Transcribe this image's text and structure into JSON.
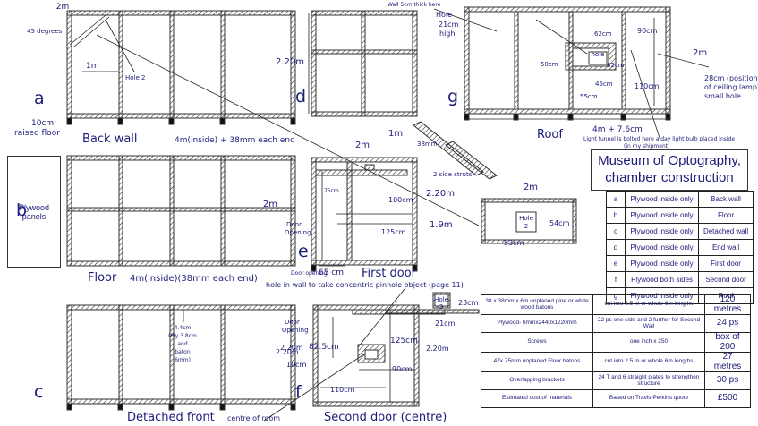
{
  "title": "Museum of Optography, chamber construction",
  "plywood_panels": "Plywood panels",
  "panels": {
    "a": {
      "letter": "a",
      "caption": "Back wall",
      "top_dim": "2m",
      "angle": "45 degrees",
      "dim_1m": "1m",
      "hole": "Hole  2",
      "height": "2.20m",
      "raised": "10cm",
      "raised2": "raised floor",
      "width": "4m(inside) + 38mm each end"
    },
    "b": {
      "letter": "b",
      "caption": "Floor",
      "width": "4m(inside)(38mm each end)",
      "side": "2m"
    },
    "c": {
      "letter": "c",
      "caption": "Detached front",
      "dim1": "4.4cm",
      "dim2": "(Ply 3.8cm",
      "dim3": "and",
      "dim4": "baton",
      "dim5": "6mm)",
      "height": "2.20m"
    },
    "d": {
      "letter": "d",
      "height": "2.20m",
      "width": "1m"
    },
    "e": {
      "letter": "e",
      "caption": "First door",
      "top": "2m",
      "dim75": "75cm",
      "dim100": "100cm",
      "dim125": "125cm",
      "door1": "Door",
      "door2": "Opening",
      "dim19": "1.9m",
      "dim65": "65 cm",
      "door_opening": "Door opening",
      "height": "2.20m",
      "struts": "2 side struts",
      "dim38": "38mm"
    },
    "f": {
      "letter": "f",
      "caption": "Second door (centre)",
      "door1": "Door",
      "door2": "Opening",
      "dim825": "82.5cm",
      "dim125": "125cm",
      "dim90": "90cm",
      "dim110": "110cm",
      "dim10": "10cm",
      "height_l": "2.20m",
      "height_r": "2.20m",
      "hole3a": "Hole",
      "hole3b": "3",
      "dim23": "23cm",
      "dim21": "21cm",
      "pinhole": "hole in wall to take concentric pinhole object (page 11)",
      "centre": "centre of room"
    },
    "g": {
      "letter": "g",
      "caption": "Roof",
      "wall": "Wall 5cm thick here",
      "hole_a": "Hole",
      "hole_b": "21cm",
      "hole_c": "high",
      "dim62a": "62cm",
      "dim50": "50cm",
      "hole_in": "hole",
      "dim62b": "62cm",
      "dim45": "45cm",
      "dim55": "55cm",
      "dim90": "90cm",
      "dim110": "110cm",
      "side": "2m",
      "lamp1": "28cm (position",
      "lamp2": "of ceiling lamp)",
      "lamp3": "small hole",
      "width": "4m + 7.6cm",
      "funnel1": "Light funnel is bolted here a day light bulb placed inside",
      "funnel2": "(in my shipment)"
    },
    "hole2": {
      "top": "2m",
      "label1": "Hole",
      "label2": "2",
      "dim54": "54cm",
      "dim53": "53cm"
    }
  },
  "legend": [
    {
      "letter": "a",
      "material": "Plywood inside only",
      "part": "Back wall"
    },
    {
      "letter": "b",
      "material": "Plywood inside only",
      "part": "Floor"
    },
    {
      "letter": "c",
      "material": "Plywood inside only",
      "part": "Detached wall"
    },
    {
      "letter": "d",
      "material": "Plywood inside only",
      "part": "End wall"
    },
    {
      "letter": "e",
      "material": "Plywood inside only",
      "part": "First door"
    },
    {
      "letter": "f",
      "material": "Plywood both sides",
      "part": "Second door"
    },
    {
      "letter": "g",
      "material": "Plywood inside only",
      "part": "Roof"
    }
  ],
  "materials": [
    {
      "item": "38 x 38mm x 6m unplaned pine or white wood batons",
      "detail": "cut into 2.5 m or whole 6m lengths",
      "qty": "120 metres"
    },
    {
      "item": "Plywood- 6mmx2440x1220mm",
      "detail": "22 ps one side and 2 further for Second Wall",
      "qty": "24 ps"
    },
    {
      "item": "Screws",
      "detail": "one inch x 250",
      "qty": "box of 200"
    },
    {
      "item": "47x 75mm unplaned Floor batons",
      "detail": "cut into 2.5 m or whole 6m lengths",
      "qty": "27 metres"
    },
    {
      "item": "Overlapping brackets",
      "detail": "24 T and 6 straight plates to strengthen structure",
      "qty": "30 ps"
    },
    {
      "item": "Estimated  cost of materials",
      "detail": "Based on Travis Perkins quote",
      "qty": "£500"
    }
  ]
}
